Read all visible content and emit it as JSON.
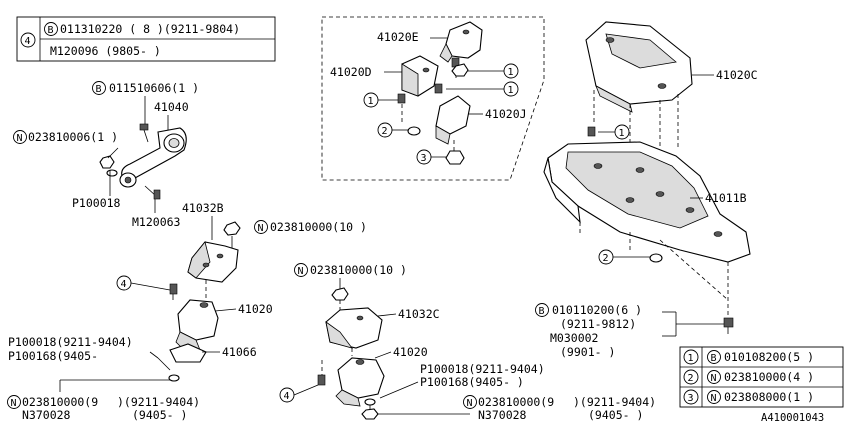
{
  "table_top": {
    "ref": "4",
    "row1_prefix": "B",
    "row1_text": "011310220 ( 8 )(9211-9804)",
    "row2_text": "M120096      (9805-     )"
  },
  "table_bottom": {
    "rows": [
      {
        "ref": "1",
        "prefix": "B",
        "text": "010108200(5 )"
      },
      {
        "ref": "2",
        "prefix": "N",
        "text": "023810000(4 )"
      },
      {
        "ref": "3",
        "prefix": "N",
        "text": "023808000(1 )"
      }
    ]
  },
  "labels": {
    "l_011510606": "011510606(1 )",
    "l_41040": "41040",
    "l_023810006": "023810006(1 )",
    "l_p100018_a": "P100018",
    "l_m120063": "M120063",
    "l_41032b": "41032B",
    "l_023810000_10_a": "023810000(10 )",
    "l_41020_a": "41020",
    "l_p100018_b": "P100018(9211-9404)",
    "l_p100168_a": "P100168(9405-",
    "l_41066": "41066",
    "l_023810000_9_a": "023810000(9",
    "l_9211_9404_a": ")(9211-9404)",
    "l_n370028_a": "N370028",
    "l_9405_a": "(9405-     )",
    "l_41020e": "41020E",
    "l_41020d": "41020D",
    "l_41020j": "41020J",
    "l_023810000_10_b": "023810000(10 )",
    "l_41032c": "41032C",
    "l_41020_b": "41020",
    "l_p100018_c": "P100018(9211-9404)",
    "l_p100168_b": "P100168(9405-     )",
    "l_023810000_9_b": "023810000(9",
    "l_9211_9404_b": ")(9211-9404)",
    "l_n370028_b": "N370028",
    "l_9405_b": "(9405-     )",
    "l_41020c": "41020C",
    "l_41011b": "41011B",
    "l_010110200": "010110200(6 )",
    "l_9211_9812": "(9211-9812)",
    "l_m030002": "M030002",
    "l_9901": "(9901-     )",
    "doc_id": "A410001043"
  },
  "circled": {
    "b": "B",
    "n": "N",
    "one": "1",
    "two": "2",
    "three": "3",
    "four": "4"
  }
}
